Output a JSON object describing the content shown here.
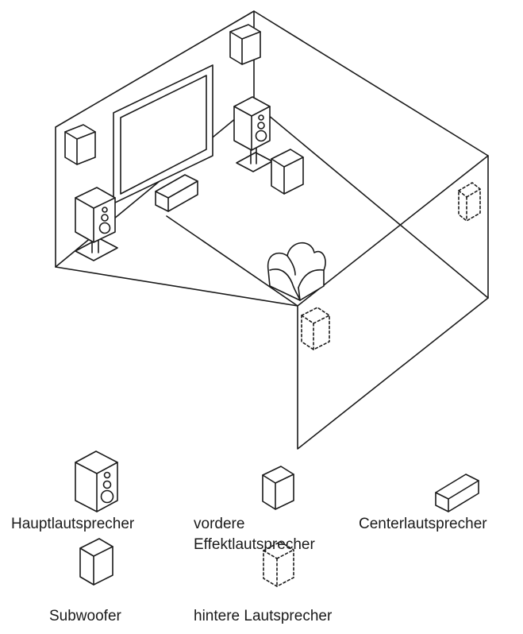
{
  "legend": {
    "main_speaker": "Hauptlautsprecher",
    "front_effect_line1": "vordere",
    "front_effect_line2": "Effektlautsprecher",
    "center_speaker": "Centerlautsprecher",
    "subwoofer": "Subwoofer",
    "rear_speaker": "hintere Lautsprecher"
  },
  "icons": {
    "main_speaker": "main-speaker-icon",
    "front_effect": "front-effect-speaker-icon",
    "center": "center-speaker-icon",
    "subwoofer": "subwoofer-icon",
    "rear": "rear-speaker-icon",
    "seat": "armchair-icon",
    "screen": "projection-screen-icon"
  },
  "colors": {
    "line": "#1a1a1a",
    "background": "#ffffff"
  }
}
